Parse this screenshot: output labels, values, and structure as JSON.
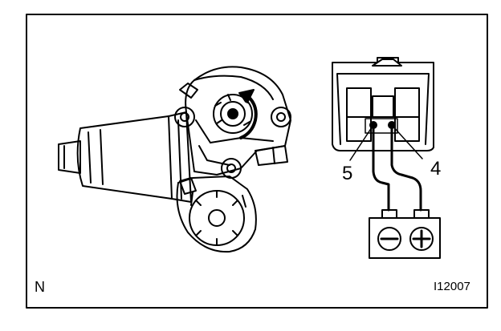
{
  "figure": {
    "corner_letter": "N",
    "figure_code": "I12007"
  },
  "connector": {
    "terminal_left": "5",
    "terminal_right": "4"
  },
  "battery": {
    "left_terminal_symbol": "minus-icon",
    "right_terminal_symbol": "plus-icon"
  },
  "motor": {
    "rotation_arrow": "clockwise-arrow-icon"
  }
}
